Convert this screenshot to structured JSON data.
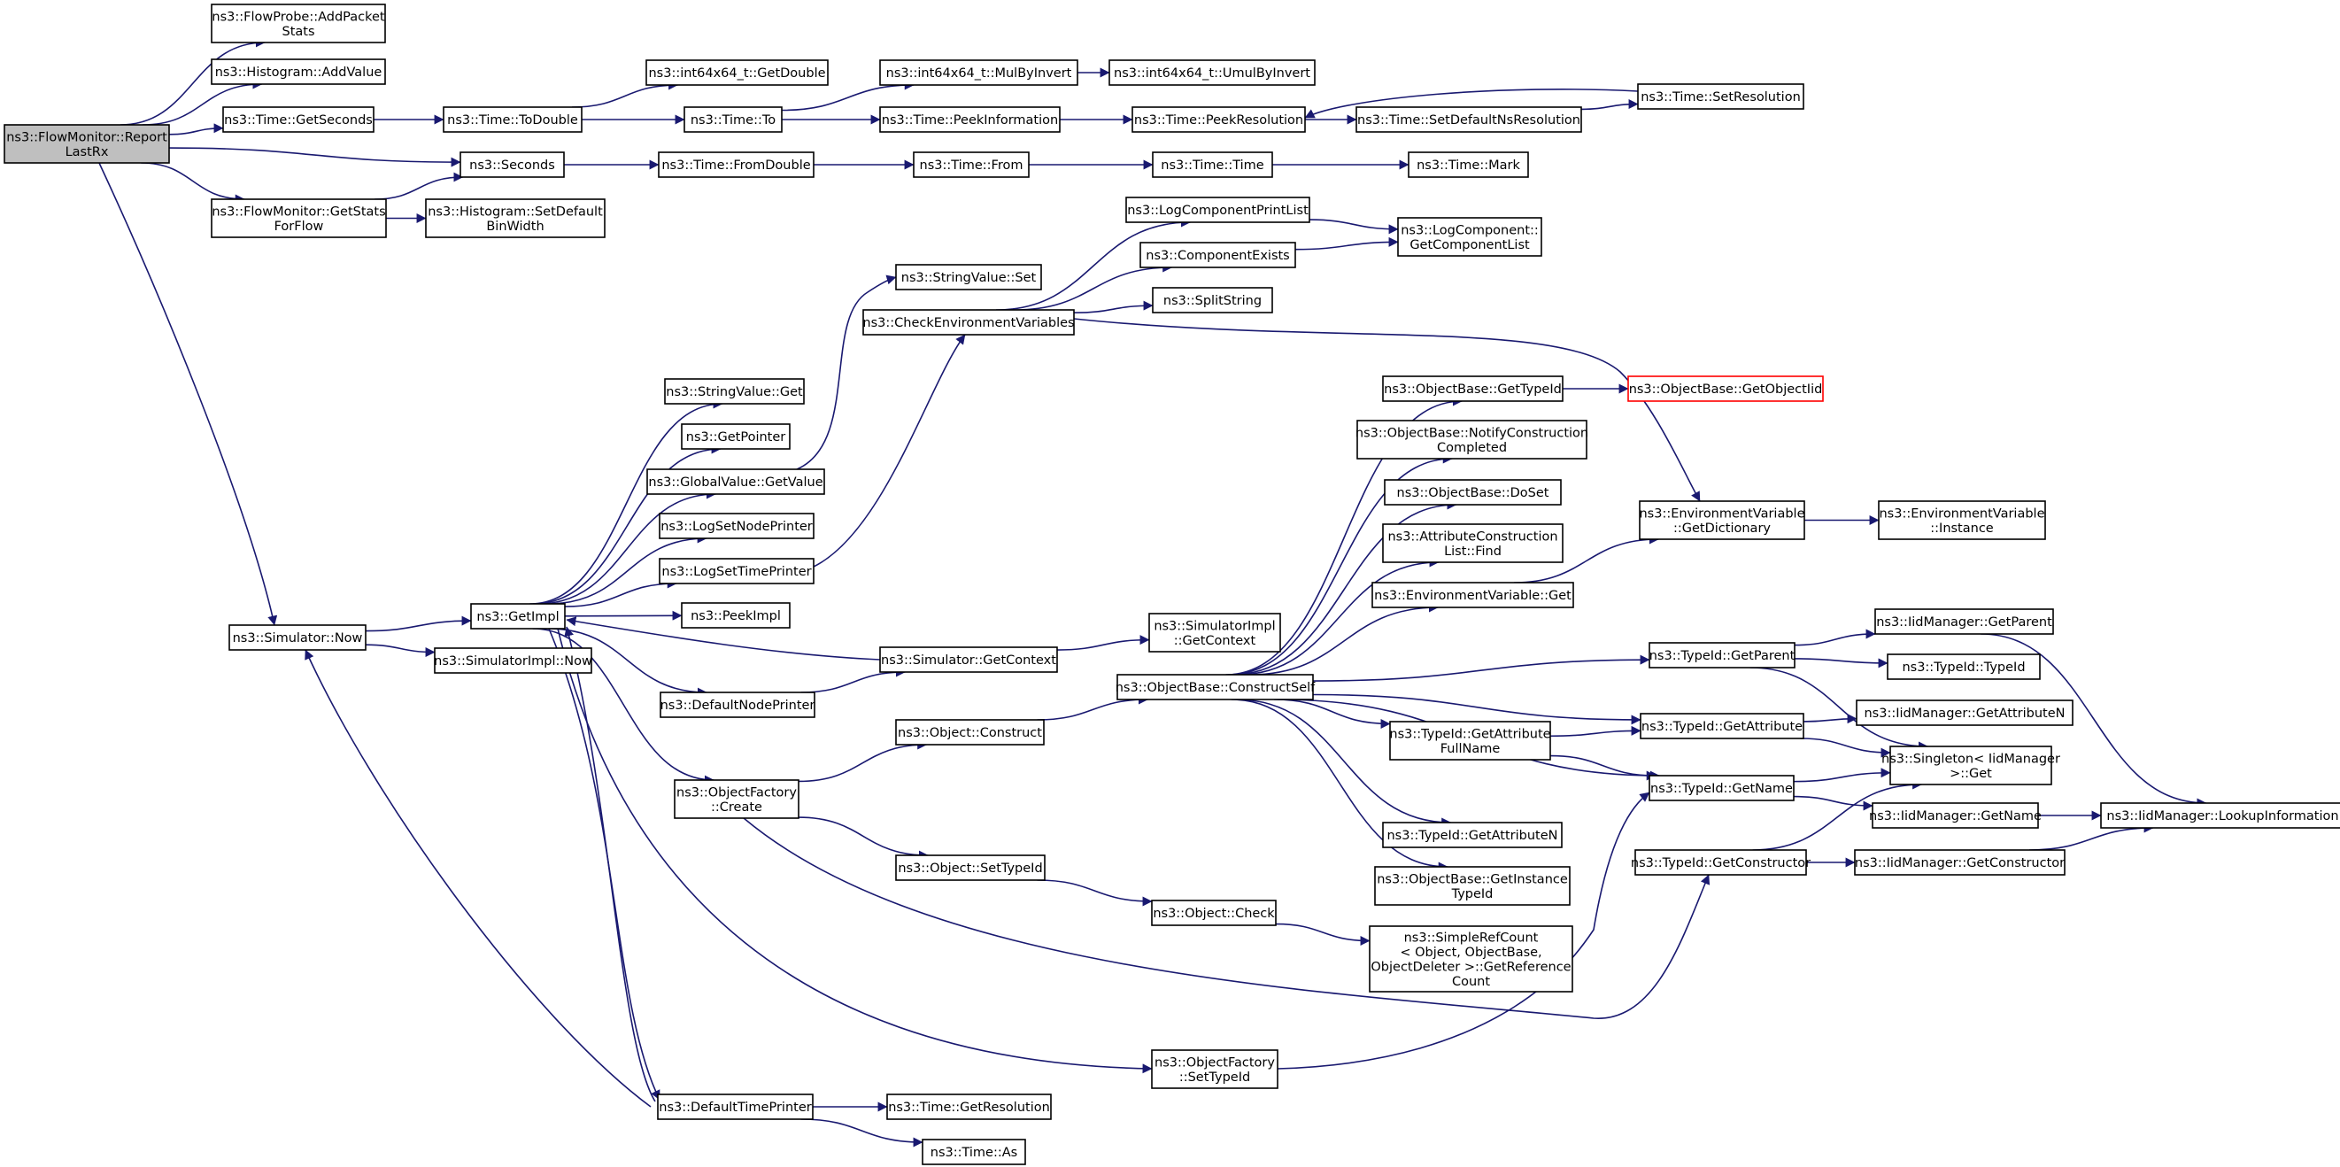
{
  "colors": {
    "edge": "#191970",
    "root_fill": "#bfbfbf",
    "node_fill": "#ffffff",
    "node_border": "#000000",
    "truncated_border": "#ff0000"
  },
  "nodes": [
    {
      "id": "root",
      "lines": [
        "ns3::FlowMonitor::Report",
        "LastRx"
      ],
      "kind": "root"
    },
    {
      "id": "flowprobe_add",
      "lines": [
        "ns3::FlowProbe::AddPacket",
        "Stats"
      ]
    },
    {
      "id": "hist_addvalue",
      "lines": [
        "ns3::Histogram::AddValue"
      ]
    },
    {
      "id": "time_getseconds",
      "lines": [
        "ns3::Time::GetSeconds"
      ]
    },
    {
      "id": "time_todouble",
      "lines": [
        "ns3::Time::ToDouble"
      ]
    },
    {
      "id": "int64_getdouble",
      "lines": [
        "ns3::int64x64_t::GetDouble"
      ]
    },
    {
      "id": "time_to",
      "lines": [
        "ns3::Time::To"
      ]
    },
    {
      "id": "int64_mulbyinvert",
      "lines": [
        "ns3::int64x64_t::MulByInvert"
      ]
    },
    {
      "id": "int64_umulbyinvert",
      "lines": [
        "ns3::int64x64_t::UmulByInvert"
      ]
    },
    {
      "id": "time_peekinformation",
      "lines": [
        "ns3::Time::PeekInformation"
      ]
    },
    {
      "id": "time_peekresolution",
      "lines": [
        "ns3::Time::PeekResolution"
      ]
    },
    {
      "id": "time_setdefaultnsres",
      "lines": [
        "ns3::Time::SetDefaultNsResolution"
      ]
    },
    {
      "id": "time_setresolution",
      "lines": [
        "ns3::Time::SetResolution"
      ]
    },
    {
      "id": "seconds",
      "lines": [
        "ns3::Seconds"
      ]
    },
    {
      "id": "time_fromdouble",
      "lines": [
        "ns3::Time::FromDouble"
      ]
    },
    {
      "id": "time_from",
      "lines": [
        "ns3::Time::From"
      ]
    },
    {
      "id": "time_time",
      "lines": [
        "ns3::Time::Time"
      ]
    },
    {
      "id": "time_mark",
      "lines": [
        "ns3::Time::Mark"
      ]
    },
    {
      "id": "fm_getstatsforflow",
      "lines": [
        "ns3::FlowMonitor::GetStats",
        "ForFlow"
      ]
    },
    {
      "id": "hist_setdefaultbinwidth",
      "lines": [
        "ns3::Histogram::SetDefault",
        "BinWidth"
      ]
    },
    {
      "id": "logcomponentprintlist",
      "lines": [
        "ns3::LogComponentPrintList"
      ]
    },
    {
      "id": "logcomponent_getlist",
      "lines": [
        "ns3::LogComponent::",
        "GetComponentList"
      ]
    },
    {
      "id": "componentexists",
      "lines": [
        "ns3::ComponentExists"
      ]
    },
    {
      "id": "stringvalue_set",
      "lines": [
        "ns3::StringValue::Set"
      ]
    },
    {
      "id": "checkenvvars",
      "lines": [
        "ns3::CheckEnvironmentVariables"
      ]
    },
    {
      "id": "splitstring",
      "lines": [
        "ns3::SplitString"
      ]
    },
    {
      "id": "stringvalue_get",
      "lines": [
        "ns3::StringValue::Get"
      ]
    },
    {
      "id": "getpointer",
      "lines": [
        "ns3::GetPointer"
      ]
    },
    {
      "id": "globalvalue_getvalue",
      "lines": [
        "ns3::GlobalValue::GetValue"
      ]
    },
    {
      "id": "logsetnodeprinter",
      "lines": [
        "ns3::LogSetNodePrinter"
      ]
    },
    {
      "id": "logsettimeprinter",
      "lines": [
        "ns3::LogSetTimePrinter"
      ]
    },
    {
      "id": "peekimpl",
      "lines": [
        "ns3::PeekImpl"
      ]
    },
    {
      "id": "getimpl",
      "lines": [
        "ns3::GetImpl"
      ]
    },
    {
      "id": "simulator_now",
      "lines": [
        "ns3::Simulator::Now"
      ]
    },
    {
      "id": "simulatorimpl_now",
      "lines": [
        "ns3::SimulatorImpl::Now"
      ]
    },
    {
      "id": "simulator_getcontext",
      "lines": [
        "ns3::Simulator::GetContext"
      ]
    },
    {
      "id": "simulatorimpl_getcontext",
      "lines": [
        "ns3::SimulatorImpl",
        "::GetContext"
      ]
    },
    {
      "id": "defaultnodeprinter",
      "lines": [
        "ns3::DefaultNodePrinter"
      ]
    },
    {
      "id": "objectfactory_create",
      "lines": [
        "ns3::ObjectFactory",
        "::Create"
      ]
    },
    {
      "id": "object_construct",
      "lines": [
        "ns3::Object::Construct"
      ]
    },
    {
      "id": "object_settypeid",
      "lines": [
        "ns3::Object::SetTypeId"
      ]
    },
    {
      "id": "object_check",
      "lines": [
        "ns3::Object::Check"
      ]
    },
    {
      "id": "simplerefcount",
      "lines": [
        "ns3::SimpleRefCount",
        "< Object, ObjectBase,",
        "ObjectDeleter >::GetReference",
        "Count"
      ]
    },
    {
      "id": "objectfactory_settypeid",
      "lines": [
        "ns3::ObjectFactory",
        "::SetTypeId"
      ]
    },
    {
      "id": "defaulttimeprinter",
      "lines": [
        "ns3::DefaultTimePrinter"
      ]
    },
    {
      "id": "time_getresolution",
      "lines": [
        "ns3::Time::GetResolution"
      ]
    },
    {
      "id": "time_as",
      "lines": [
        "ns3::Time::As"
      ]
    },
    {
      "id": "objectbase_constructself",
      "lines": [
        "ns3::ObjectBase::ConstructSelf"
      ]
    },
    {
      "id": "objectbase_gettypeid",
      "lines": [
        "ns3::ObjectBase::GetTypeId"
      ]
    },
    {
      "id": "objectbase_getobjectiid",
      "lines": [
        "ns3::ObjectBase::GetObjectIid"
      ],
      "kind": "truncated"
    },
    {
      "id": "objectbase_notify",
      "lines": [
        "ns3::ObjectBase::NotifyConstruction",
        "Completed"
      ]
    },
    {
      "id": "objectbase_doset",
      "lines": [
        "ns3::ObjectBase::DoSet"
      ]
    },
    {
      "id": "attrconstructionlist_find",
      "lines": [
        "ns3::AttributeConstruction",
        "List::Find"
      ]
    },
    {
      "id": "envvar_get",
      "lines": [
        "ns3::EnvironmentVariable::Get"
      ]
    },
    {
      "id": "envvar_getdictionary",
      "lines": [
        "ns3::EnvironmentVariable",
        "::GetDictionary"
      ]
    },
    {
      "id": "envvar_instance",
      "lines": [
        "ns3::EnvironmentVariable",
        "::Instance"
      ]
    },
    {
      "id": "typeid_getparent",
      "lines": [
        "ns3::TypeId::GetParent"
      ]
    },
    {
      "id": "iidmanager_getparent",
      "lines": [
        "ns3::IidManager::GetParent"
      ]
    },
    {
      "id": "typeid_typeid",
      "lines": [
        "ns3::TypeId::TypeId"
      ]
    },
    {
      "id": "typeid_getattributefullname",
      "lines": [
        "ns3::TypeId::GetAttribute",
        "FullName"
      ]
    },
    {
      "id": "typeid_getattribute",
      "lines": [
        "ns3::TypeId::GetAttribute"
      ]
    },
    {
      "id": "iidmanager_getattributen",
      "lines": [
        "ns3::IidManager::GetAttributeN"
      ]
    },
    {
      "id": "singleton_get",
      "lines": [
        "ns3::Singleton< IidManager",
        ">::Get"
      ]
    },
    {
      "id": "typeid_getname",
      "lines": [
        "ns3::TypeId::GetName"
      ]
    },
    {
      "id": "iidmanager_getname",
      "lines": [
        "ns3::IidManager::GetName"
      ]
    },
    {
      "id": "iidmanager_lookupinformation",
      "lines": [
        "ns3::IidManager::LookupInformation"
      ]
    },
    {
      "id": "typeid_getconstructor",
      "lines": [
        "ns3::TypeId::GetConstructor"
      ]
    },
    {
      "id": "iidmanager_getconstructor",
      "lines": [
        "ns3::IidManager::GetConstructor"
      ]
    },
    {
      "id": "typeid_getattributen",
      "lines": [
        "ns3::TypeId::GetAttributeN"
      ]
    },
    {
      "id": "objectbase_getinstancetypeid",
      "lines": [
        "ns3::ObjectBase::GetInstance",
        "TypeId"
      ]
    }
  ],
  "edges": [
    [
      "root",
      "flowprobe_add"
    ],
    [
      "root",
      "hist_addvalue"
    ],
    [
      "root",
      "time_getseconds"
    ],
    [
      "root",
      "seconds"
    ],
    [
      "root",
      "fm_getstatsforflow"
    ],
    [
      "root",
      "simulator_now"
    ],
    [
      "time_getseconds",
      "time_todouble"
    ],
    [
      "time_todouble",
      "int64_getdouble"
    ],
    [
      "time_todouble",
      "time_to"
    ],
    [
      "time_to",
      "int64_mulbyinvert"
    ],
    [
      "time_to",
      "time_peekinformation"
    ],
    [
      "int64_mulbyinvert",
      "int64_umulbyinvert"
    ],
    [
      "time_peekinformation",
      "time_peekresolution"
    ],
    [
      "time_peekresolution",
      "time_setdefaultnsres"
    ],
    [
      "time_setdefaultnsres",
      "time_setresolution"
    ],
    [
      "time_setresolution",
      "time_peekresolution"
    ],
    [
      "seconds",
      "time_fromdouble"
    ],
    [
      "time_fromdouble",
      "time_from"
    ],
    [
      "time_from",
      "time_time"
    ],
    [
      "time_time",
      "time_mark"
    ],
    [
      "fm_getstatsforflow",
      "seconds"
    ],
    [
      "fm_getstatsforflow",
      "hist_setdefaultbinwidth"
    ],
    [
      "checkenvvars",
      "logcomponentprintlist"
    ],
    [
      "checkenvvars",
      "componentexists"
    ],
    [
      "checkenvvars",
      "splitstring"
    ],
    [
      "checkenvvars",
      "envvar_getdictionary"
    ],
    [
      "logcomponentprintlist",
      "logcomponent_getlist"
    ],
    [
      "componentexists",
      "logcomponent_getlist"
    ],
    [
      "globalvalue_getvalue",
      "stringvalue_set"
    ],
    [
      "logsettimeprinter",
      "checkenvvars"
    ],
    [
      "getimpl",
      "stringvalue_get"
    ],
    [
      "getimpl",
      "getpointer"
    ],
    [
      "getimpl",
      "globalvalue_getvalue"
    ],
    [
      "getimpl",
      "logsetnodeprinter"
    ],
    [
      "getimpl",
      "logsettimeprinter"
    ],
    [
      "getimpl",
      "peekimpl"
    ],
    [
      "getimpl",
      "defaultnodeprinter"
    ],
    [
      "getimpl",
      "objectfactory_create"
    ],
    [
      "getimpl",
      "defaulttimeprinter"
    ],
    [
      "getimpl",
      "objectfactory_settypeid"
    ],
    [
      "simulator_now",
      "getimpl"
    ],
    [
      "simulator_now",
      "simulatorimpl_now"
    ],
    [
      "simulator_getcontext",
      "getimpl"
    ],
    [
      "simulator_getcontext",
      "simulatorimpl_getcontext"
    ],
    [
      "defaultnodeprinter",
      "simulator_getcontext"
    ],
    [
      "objectfactory_create",
      "object_construct"
    ],
    [
      "objectfactory_create",
      "object_settypeid"
    ],
    [
      "objectfactory_create",
      "typeid_getconstructor"
    ],
    [
      "object_construct",
      "objectbase_constructself"
    ],
    [
      "object_settypeid",
      "object_check"
    ],
    [
      "object_check",
      "simplerefcount"
    ],
    [
      "objectfactory_settypeid",
      "typeid_getname"
    ],
    [
      "defaulttimeprinter",
      "simulator_now"
    ],
    [
      "defaulttimeprinter",
      "getimpl"
    ],
    [
      "defaulttimeprinter",
      "time_getresolution"
    ],
    [
      "defaulttimeprinter",
      "time_as"
    ],
    [
      "objectbase_constructself",
      "objectbase_gettypeid"
    ],
    [
      "objectbase_constructself",
      "objectbase_notify"
    ],
    [
      "objectbase_constructself",
      "objectbase_doset"
    ],
    [
      "objectbase_constructself",
      "attrconstructionlist_find"
    ],
    [
      "objectbase_constructself",
      "envvar_get"
    ],
    [
      "objectbase_constructself",
      "typeid_getparent"
    ],
    [
      "objectbase_constructself",
      "typeid_getattribute"
    ],
    [
      "objectbase_constructself",
      "typeid_getattributefullname"
    ],
    [
      "objectbase_constructself",
      "typeid_getname"
    ],
    [
      "objectbase_constructself",
      "typeid_getattributen"
    ],
    [
      "objectbase_constructself",
      "objectbase_getinstancetypeid"
    ],
    [
      "objectbase_gettypeid",
      "objectbase_getobjectiid"
    ],
    [
      "envvar_get",
      "envvar_getdictionary"
    ],
    [
      "envvar_getdictionary",
      "envvar_instance"
    ],
    [
      "typeid_getparent",
      "iidmanager_getparent"
    ],
    [
      "typeid_getparent",
      "typeid_typeid"
    ],
    [
      "typeid_getparent",
      "singleton_get"
    ],
    [
      "iidmanager_getparent",
      "iidmanager_lookupinformation"
    ],
    [
      "typeid_getattributefullname",
      "typeid_getattribute"
    ],
    [
      "typeid_getattributefullname",
      "typeid_getname"
    ],
    [
      "typeid_getattribute",
      "iidmanager_getattributen"
    ],
    [
      "typeid_getattribute",
      "singleton_get"
    ],
    [
      "typeid_getname",
      "singleton_get"
    ],
    [
      "typeid_getname",
      "iidmanager_getname"
    ],
    [
      "iidmanager_getname",
      "iidmanager_lookupinformation"
    ],
    [
      "typeid_getconstructor",
      "singleton_get"
    ],
    [
      "typeid_getconstructor",
      "iidmanager_getconstructor"
    ],
    [
      "iidmanager_getconstructor",
      "iidmanager_lookupinformation"
    ]
  ]
}
